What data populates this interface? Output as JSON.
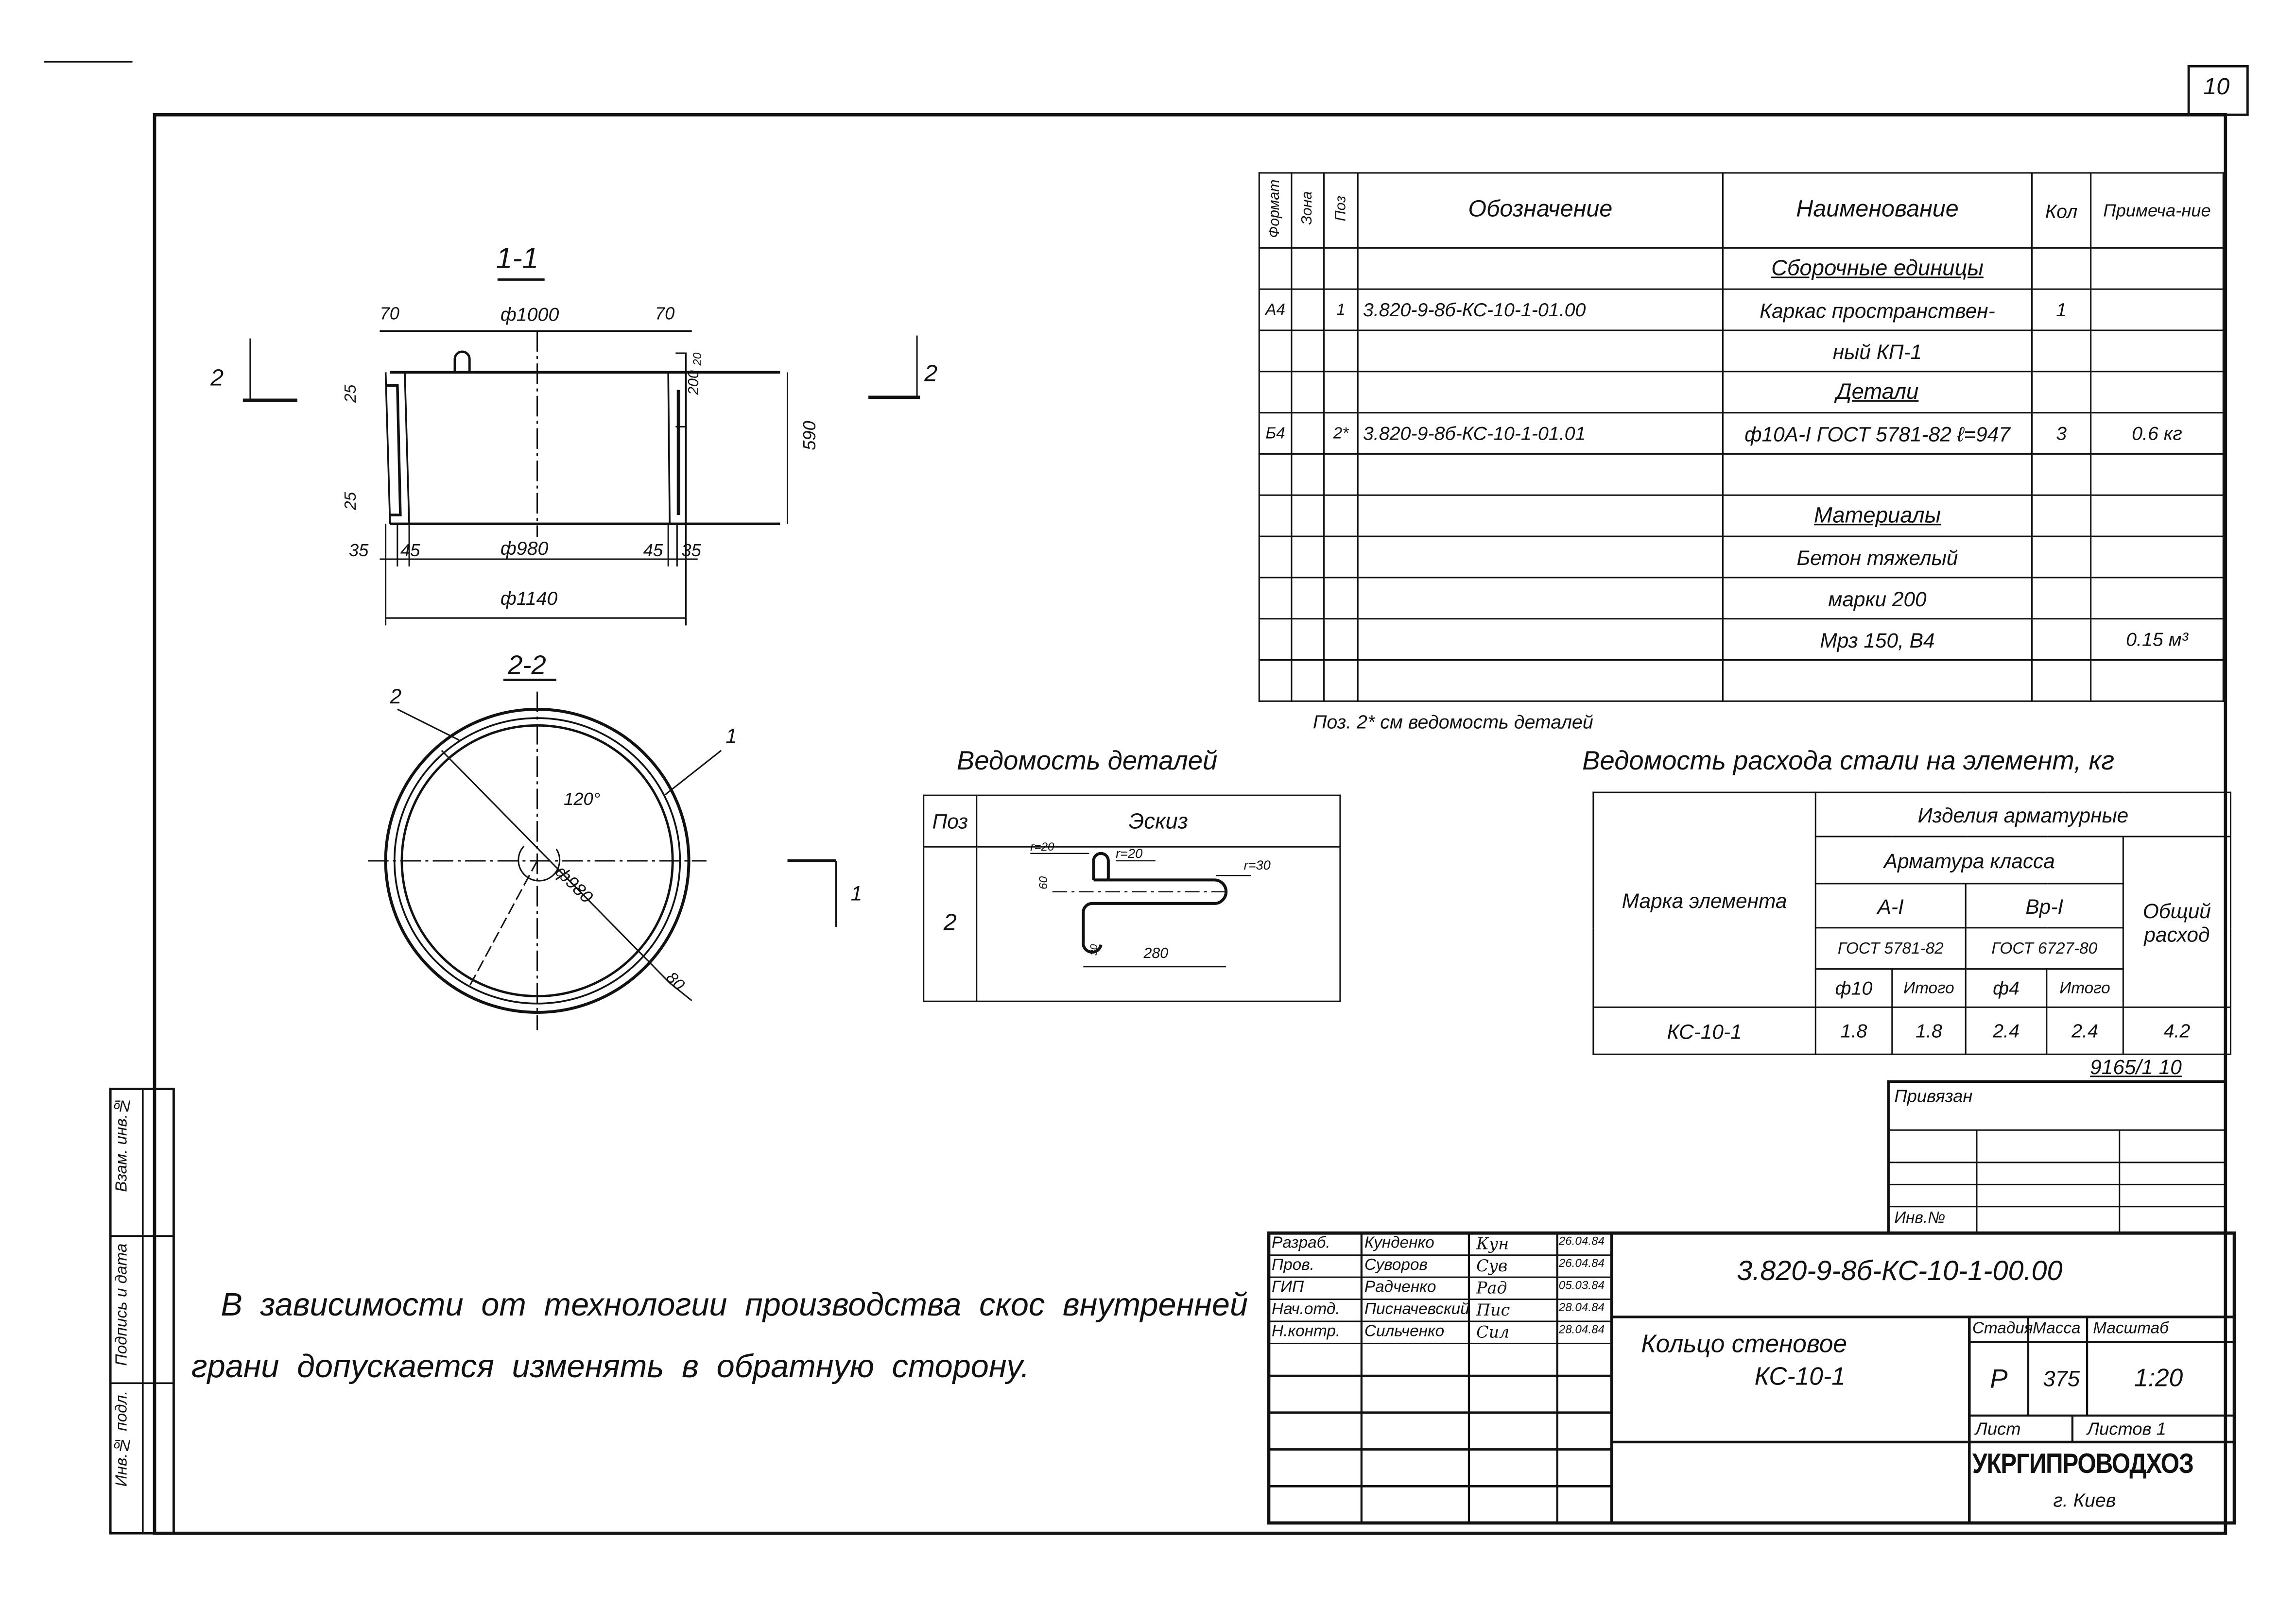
{
  "sheet_number": "10",
  "section_1": {
    "title": "1-1",
    "cut_label": "2",
    "dims": {
      "d_outer_top": "ф1000",
      "wall_left": "70",
      "wall_right": "70",
      "height": "590",
      "edge_top": "25",
      "edge_bottom": "25",
      "hook": "200",
      "hook_top": "20",
      "d_inner": "ф980",
      "left_35": "35",
      "left_45": "45",
      "right_45": "45",
      "right_35": "35",
      "d_outer": "ф1140"
    }
  },
  "section_2": {
    "title": "2-2",
    "callout_1": "1",
    "callout_2": "2",
    "angle": "120°",
    "diameter": "ф980",
    "offset": "80",
    "cut_label": "1"
  },
  "spec": {
    "headers": {
      "format": "Формат",
      "zone": "Зона",
      "pos": "Поз",
      "designation": "Обозначение",
      "name": "Наименование",
      "qty": "Кол",
      "note": "Примеча-ние"
    },
    "rows": [
      {
        "format": "",
        "zone": "",
        "pos": "",
        "designation": "",
        "name": "Сборочные единицы",
        "qty": "",
        "note": "",
        "section": true
      },
      {
        "format": "А4",
        "zone": "",
        "pos": "1",
        "designation": "3.820-9-8б-КС-10-1-01.00",
        "name": "Каркас пространствен-",
        "qty": "1",
        "note": ""
      },
      {
        "format": "",
        "zone": "",
        "pos": "",
        "designation": "",
        "name": "ный КП-1",
        "qty": "",
        "note": ""
      },
      {
        "format": "",
        "zone": "",
        "pos": "",
        "designation": "",
        "name": "Детали",
        "qty": "",
        "note": "",
        "section": true
      },
      {
        "format": "Б4",
        "zone": "",
        "pos": "2*",
        "designation": "3.820-9-8б-КС-10-1-01.01",
        "name": "ф10А-I ГОСТ 5781-82 ℓ=947",
        "qty": "3",
        "note": "0.6 кг"
      },
      {
        "format": "",
        "zone": "",
        "pos": "",
        "designation": "",
        "name": "",
        "qty": "",
        "note": ""
      },
      {
        "format": "",
        "zone": "",
        "pos": "",
        "designation": "",
        "name": "Материалы",
        "qty": "",
        "note": "",
        "section": true
      },
      {
        "format": "",
        "zone": "",
        "pos": "",
        "designation": "",
        "name": "Бетон тяжелый",
        "qty": "",
        "note": ""
      },
      {
        "format": "",
        "zone": "",
        "pos": "",
        "designation": "",
        "name": "марки 200",
        "qty": "",
        "note": ""
      },
      {
        "format": "",
        "zone": "",
        "pos": "",
        "designation": "",
        "name": "Мрз 150, В4",
        "qty": "",
        "note": "0.15 м³"
      },
      {
        "format": "",
        "zone": "",
        "pos": "",
        "designation": "",
        "name": "",
        "qty": "",
        "note": ""
      }
    ],
    "footnote": "Поз. 2* см ведомость деталей"
  },
  "details": {
    "title": "Ведомость деталей",
    "headers": {
      "pos": "Поз",
      "sketch": "Эскиз"
    },
    "row": {
      "pos": "2",
      "r1": "r=20",
      "r2": "r=20",
      "r3": "r=30",
      "h": "60",
      "w": "280",
      "small": "30"
    }
  },
  "steel": {
    "title": "Ведомость расхода стали на элемент, кг",
    "h_mark": "Марка элемента",
    "h_products": "Изделия арматурные",
    "h_class": "Арматура класса",
    "h_total": "Общий расход",
    "h_a1": "А-I",
    "h_vr1": "Вр-I",
    "h_gost1": "ГОСТ 5781-82",
    "h_gost2": "ГОСТ 6727-80",
    "h_d10": "ф10",
    "h_sum1": "Итого",
    "h_d4": "ф4",
    "h_sum2": "Итого",
    "row": {
      "mark": "КС-10-1",
      "d10": "1.8",
      "sum1": "1.8",
      "d4": "2.4",
      "sum2": "2.4",
      "total": "4.2"
    }
  },
  "doc_ref": "9165/1 10",
  "binding": {
    "title": "Привязан",
    "inv": "Инв.№"
  },
  "side_stamp": {
    "f1": "Взам. инв.№",
    "f2": "Подпись и дата",
    "f3": "Инв.№ подл."
  },
  "note": {
    "line1": "В зависимости от технологии производства скос внутренней",
    "line2": "грани допускается изменять в обратную сторону."
  },
  "title_block": {
    "people": [
      {
        "role": "Разраб.",
        "name": "Кунденко",
        "sign": "Кун",
        "date": "26.04.84"
      },
      {
        "role": "Пров.",
        "name": "Суворов",
        "sign": "Сув",
        "date": "26.04.84"
      },
      {
        "role": "ГИП",
        "name": "Радченко",
        "sign": "Рад",
        "date": "05.03.84"
      },
      {
        "role": "Нач.отд.",
        "name": "Писначевский",
        "sign": "Пис",
        "date": "28.04.84"
      },
      {
        "role": "Н.контр.",
        "name": "Сильченко",
        "sign": "Сил",
        "date": "28.04.84"
      }
    ],
    "code": "3.820-9-8б-КС-10-1-00.00",
    "name_line1": "Кольцо стеновое",
    "name_line2": "КС-10-1",
    "h_stage": "Стадия",
    "h_mass": "Масса",
    "h_scale": "Масштаб",
    "stage": "Р",
    "mass": "375",
    "scale": "1:20",
    "sheet_label": "Лист",
    "sheets_label": "Листов 1",
    "org": "УКРГИПРОВОДХОЗ",
    "city": "г. Киев"
  }
}
